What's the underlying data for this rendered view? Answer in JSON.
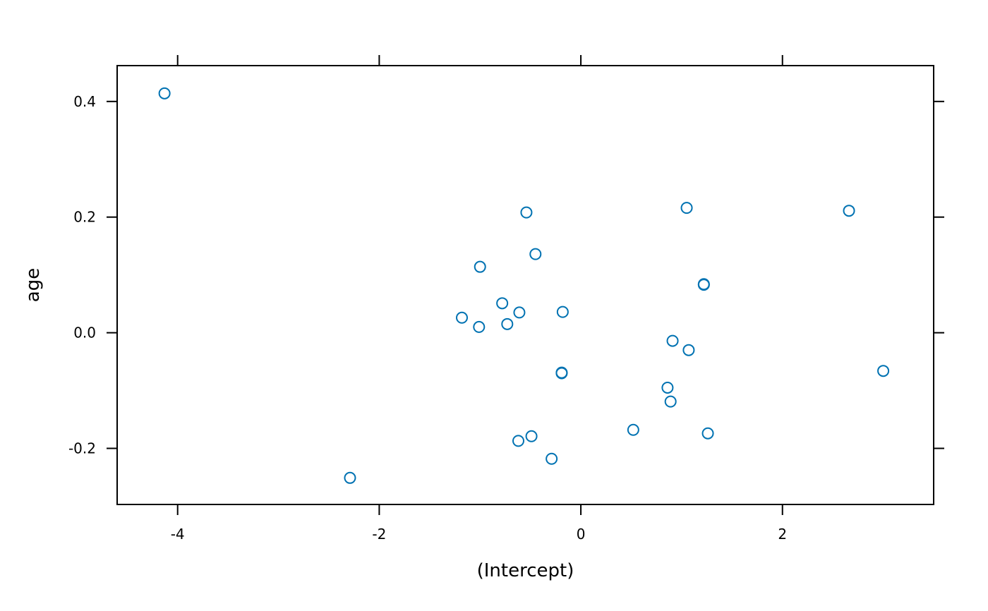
{
  "chart_data": {
    "type": "scatter",
    "title": "",
    "xlabel": "(Intercept)",
    "ylabel": "age",
    "xlim": [
      -4.6,
      3.5
    ],
    "ylim": [
      -0.297,
      0.462
    ],
    "x_ticks": [
      {
        "value": -4,
        "label": "-4"
      },
      {
        "value": -2,
        "label": "-2"
      },
      {
        "value": 0,
        "label": "0"
      },
      {
        "value": 2,
        "label": "2"
      }
    ],
    "y_ticks": [
      {
        "value": -0.2,
        "label": "-0.2"
      },
      {
        "value": 0.0,
        "label": "0.0"
      },
      {
        "value": 0.2,
        "label": "0.2"
      },
      {
        "value": 0.4,
        "label": "0.4"
      }
    ],
    "grid": false,
    "marker": "open-circle",
    "marker_color": "#0072B2",
    "points": [
      {
        "x": -4.13,
        "y": 0.414
      },
      {
        "x": -2.29,
        "y": -0.251
      },
      {
        "x": -1.18,
        "y": 0.026
      },
      {
        "x": -1.01,
        "y": 0.01
      },
      {
        "x": -1.0,
        "y": 0.114
      },
      {
        "x": -0.78,
        "y": 0.051
      },
      {
        "x": -0.73,
        "y": 0.015
      },
      {
        "x": -0.61,
        "y": 0.035
      },
      {
        "x": -0.62,
        "y": -0.187
      },
      {
        "x": -0.54,
        "y": 0.208
      },
      {
        "x": -0.49,
        "y": -0.179
      },
      {
        "x": -0.45,
        "y": 0.136
      },
      {
        "x": -0.29,
        "y": -0.218
      },
      {
        "x": -0.19,
        "y": -0.069
      },
      {
        "x": -0.19,
        "y": -0.07
      },
      {
        "x": -0.18,
        "y": 0.036
      },
      {
        "x": 0.52,
        "y": -0.168
      },
      {
        "x": 0.86,
        "y": -0.095
      },
      {
        "x": 0.89,
        "y": -0.119
      },
      {
        "x": 0.91,
        "y": -0.014
      },
      {
        "x": 1.05,
        "y": 0.216
      },
      {
        "x": 1.07,
        "y": -0.03
      },
      {
        "x": 1.22,
        "y": 0.083
      },
      {
        "x": 1.22,
        "y": 0.084
      },
      {
        "x": 1.26,
        "y": -0.174
      },
      {
        "x": 2.66,
        "y": 0.211
      },
      {
        "x": 3.0,
        "y": -0.066
      }
    ]
  }
}
